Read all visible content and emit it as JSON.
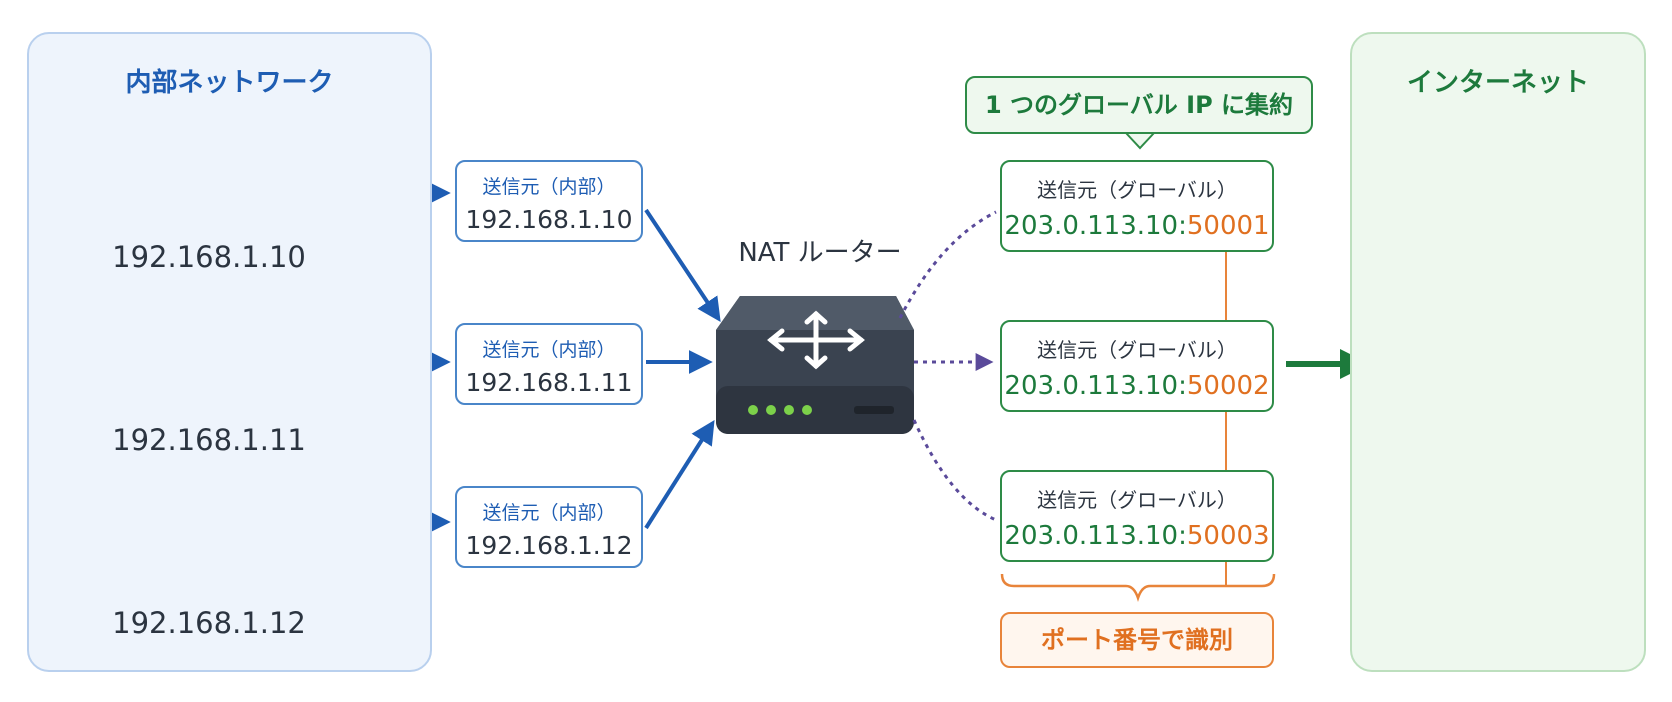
{
  "internal_network": {
    "title": "内部ネットワーク",
    "computers": [
      {
        "ip": "192.168.1.10"
      },
      {
        "ip": "192.168.1.11"
      },
      {
        "ip": "192.168.1.12"
      }
    ]
  },
  "source_boxes": [
    {
      "label": "送信元（内部）",
      "ip": "192.168.1.10"
    },
    {
      "label": "送信元（内部）",
      "ip": "192.168.1.11"
    },
    {
      "label": "送信元（内部）",
      "ip": "192.168.1.12"
    }
  ],
  "router": {
    "label": "NAT ルーター",
    "icon": "router-arrows-icon"
  },
  "callout": {
    "text": "1 つのグローバル IP に集約"
  },
  "global_boxes": [
    {
      "label": "送信元（グローバル）",
      "ip": "203.0.113.10:",
      "port": "50001"
    },
    {
      "label": "送信元（グローバル）",
      "ip": "203.0.113.10:",
      "port": "50002"
    },
    {
      "label": "送信元（グローバル）",
      "ip": "203.0.113.10:",
      "port": "50003"
    }
  ],
  "port_identification": {
    "text": "ポート番号で識別"
  },
  "internet": {
    "title": "インターネット",
    "icon": "globe-cloud-icon"
  },
  "colors": {
    "internal_blue": "#1e5db3",
    "global_green": "#1d7a3c",
    "port_orange": "#e07020",
    "router_dark": "#3a4350",
    "led_green": "#7cd14a"
  }
}
